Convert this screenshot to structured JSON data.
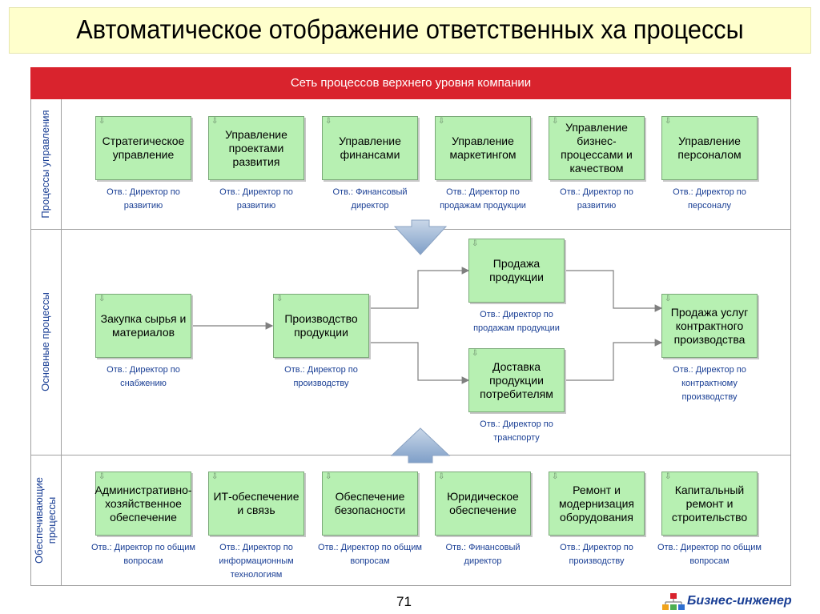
{
  "title": "Автоматическое отображение ответственных ха процессы",
  "header": "Сеть процессов верхнего уровня компании",
  "lanes": {
    "management": "Процессы управления",
    "core": "Основные процессы",
    "support": "Обеспечивающие процессы"
  },
  "boxes": [
    {
      "name": "Стратегическое управление",
      "resp": "Отв.: Директор по развитию"
    },
    {
      "name": "Управление проектами развития",
      "resp": "Отв.: Директор по развитию"
    },
    {
      "name": "Управление финансами",
      "resp": "Отв.: Финансовый директор"
    },
    {
      "name": "Управление маркетингом",
      "resp": "Отв.: Директор по продажам продукции"
    },
    {
      "name": "Управление бизнес-процессами и качеством",
      "resp": "Отв.: Директор по развитию"
    },
    {
      "name": "Управление персоналом",
      "resp": "Отв.: Директор по персоналу"
    },
    {
      "name": "Закупка сырья и материалов",
      "resp": "Отв.: Директор по снабжению"
    },
    {
      "name": "Производство продукции",
      "resp": "Отв.: Директор по производству"
    },
    {
      "name": "Продажа продукции",
      "resp": "Отв.: Директор по продажам продукции"
    },
    {
      "name": "Доставка продукции потребителям",
      "resp": "Отв.: Директор по транспорту"
    },
    {
      "name": "Продажа услуг контрактного производства",
      "resp": "Отв.: Директор по контрактному производству"
    },
    {
      "name": "Административно-хозяйственное обеспечение",
      "resp": "Отв.: Директор по общим вопросам"
    },
    {
      "name": "ИТ-обеспечение и связь",
      "resp": "Отв.: Директор по информационным технологиям"
    },
    {
      "name": "Обеспечение безопасности",
      "resp": "Отв.: Директор по общим вопросам"
    },
    {
      "name": "Юридическое обеспечение",
      "resp": "Отв.: Финансовый директор"
    },
    {
      "name": "Ремонт и модернизация оборудования",
      "resp": "Отв.: Директор по производству"
    },
    {
      "name": "Капитальный ремонт и строительство",
      "resp": "Отв.: Директор по общим вопросам"
    }
  ],
  "page_number": "71",
  "logo_text": "Бизнес-инженер",
  "colors": {
    "header": "#d9232d",
    "box": "#b7f0b2",
    "resp_text": "#1a3f95",
    "arrow": "#9fb8d6"
  }
}
